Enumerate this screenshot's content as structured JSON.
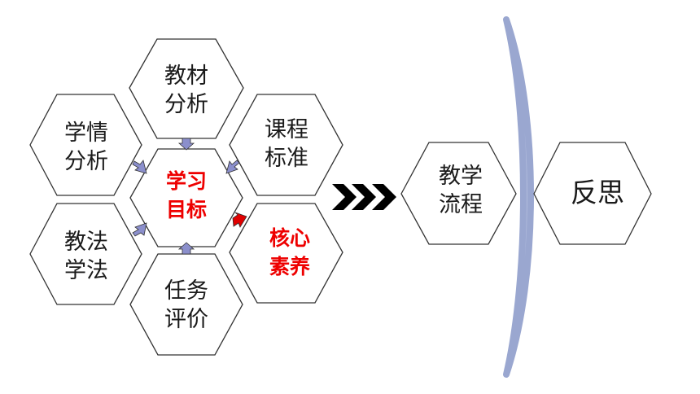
{
  "hexagons": {
    "jiaocai": {
      "line1": "教材",
      "line2": "分析"
    },
    "xueqing": {
      "line1": "学情",
      "line2": "分析"
    },
    "kecheng": {
      "line1": "课程",
      "line2": "标准"
    },
    "xuexi": {
      "line1": "学习",
      "line2": "目标"
    },
    "jiaofa": {
      "line1": "教法",
      "line2": "学法"
    },
    "hexin": {
      "line1": "核心",
      "line2": "素养"
    },
    "renwu": {
      "line1": "任务",
      "line2": "评价"
    },
    "liucheng": {
      "line1": "教学",
      "line2": "流程"
    },
    "fansi": {
      "text": "反思"
    }
  },
  "colors": {
    "hex_stroke": "#333333",
    "highlight_text": "#ee0000",
    "connector_fill": "#8b8fcc",
    "connector_red": "#e00000",
    "chevron": "#000000",
    "divider": "#a9b4d6"
  }
}
